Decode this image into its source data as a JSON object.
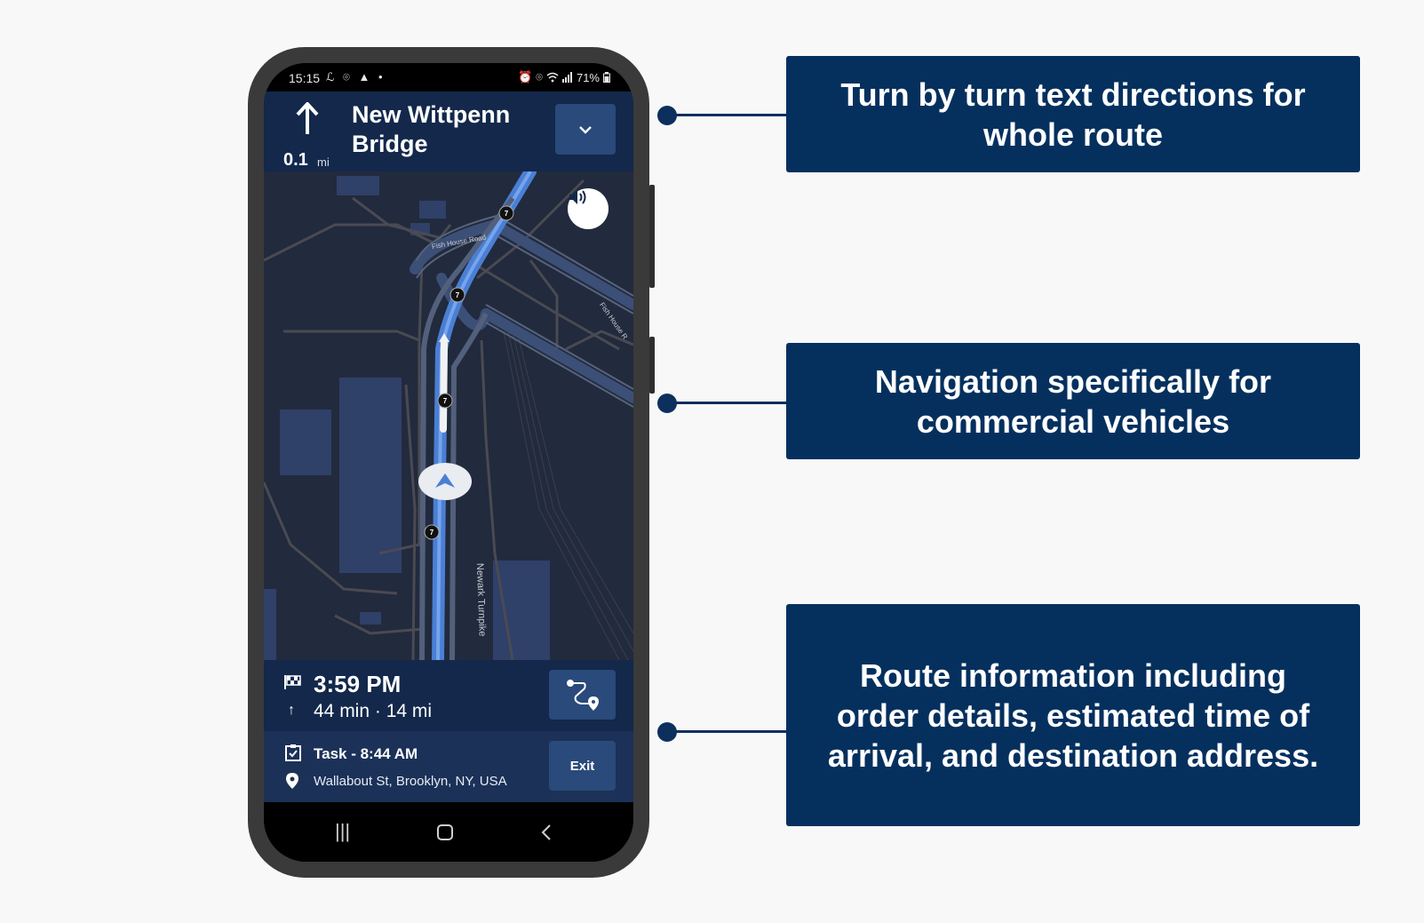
{
  "status_bar": {
    "time": "15:15",
    "left_icons": [
      "accessibility-icon",
      "location-icon",
      "navigation-icon",
      "dot"
    ],
    "battery": "71%",
    "right_icons": [
      "alarm-icon",
      "location-icon",
      "wifi-icon",
      "signal-icon",
      "battery-icon"
    ]
  },
  "nav_header": {
    "distance": "0.1",
    "distance_unit": "mi",
    "street": "New Wittpenn Bridge",
    "maneuver_icon": "straight-arrow-icon",
    "expand_icon": "chevron-down-icon"
  },
  "map": {
    "road_labels": [
      "Fish House Road",
      "Fish House R",
      "Newark Turnpike"
    ],
    "route_shield": "7",
    "route_color": "#4a7fd4"
  },
  "route_info": {
    "eta": "3:59 PM",
    "duration_distance": "44 min · 14 mi"
  },
  "task": {
    "title": "Task - 8:44 AM",
    "address": "Wallabout St, Brooklyn, NY, USA",
    "exit_label": "Exit"
  },
  "callouts": [
    {
      "text": "Turn by turn  text directions for whole route"
    },
    {
      "text": "Navigation specifically for commercial vehicles"
    },
    {
      "text": "Route information including order details,  estimated time of arrival, and destination address."
    }
  ],
  "colors": {
    "callout_bg": "#05305e",
    "header_bg": "#13284b",
    "map_bg": "#222a3d",
    "button_bg": "#294a7a"
  }
}
